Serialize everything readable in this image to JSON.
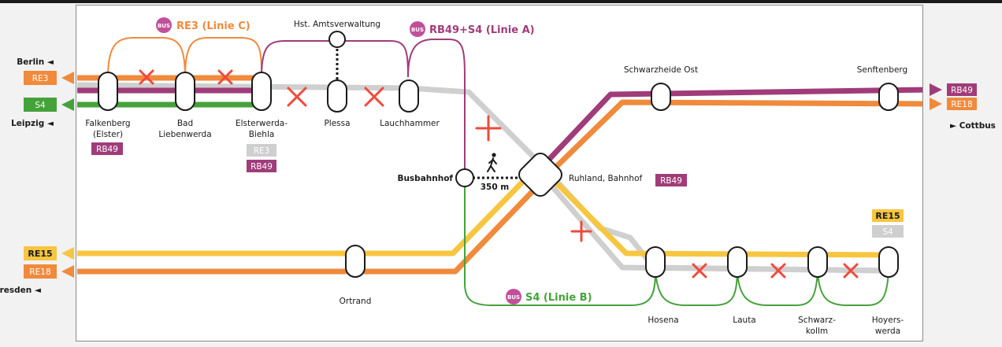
{
  "colors": {
    "re3": "#f08a3c",
    "s4": "#45a23a",
    "rb49": "#a03c7a",
    "re15": "#f7c640",
    "re18": "#f08a3c",
    "closed": "#cfcfcf",
    "cross": "#f04a3c",
    "bus_icon": "#c0509a"
  },
  "bus_routes": {
    "re3_c": "RE3 (Linie C)",
    "rb49_s4_a": "RB49+S4 (Linie A)",
    "s4_b": "S4 (Linie B)",
    "bus_icon_label": "BUS"
  },
  "stations": {
    "falkenberg": [
      "Falkenberg",
      "(Elster)"
    ],
    "bad_liebenwerda": [
      "Bad",
      "Liebenwerda"
    ],
    "elsterwerda": [
      "Elsterwerda-",
      "Biehla"
    ],
    "plessa": "Plessa",
    "lauchhammer": "Lauchhammer",
    "amtsverwaltung": "Hst. Amtsverwaltung",
    "schwarzheide_ost": "Schwarzheide Ost",
    "senftenberg": "Senftenberg",
    "busbahnhof": "Busbahnhof",
    "ruhland": "Ruhland, Bahnhof",
    "ortrand": "Ortrand",
    "hosena": "Hosena",
    "lauta": "Lauta",
    "schwarzkollm": [
      "Schwarz-",
      "kollm"
    ],
    "hoyerswerda": [
      "Hoyers-",
      "werda"
    ]
  },
  "walk_distance": "350 m",
  "destinations": {
    "berlin": "Berlin ◄",
    "leipzig": "Leipzig ◄",
    "dresden": "Dresden ◄",
    "cottbus": "► Cottbus"
  },
  "badges": {
    "rb49": "RB49",
    "re3": "RE3",
    "s4": "S4",
    "re15": "RE15",
    "re18": "RE18"
  }
}
